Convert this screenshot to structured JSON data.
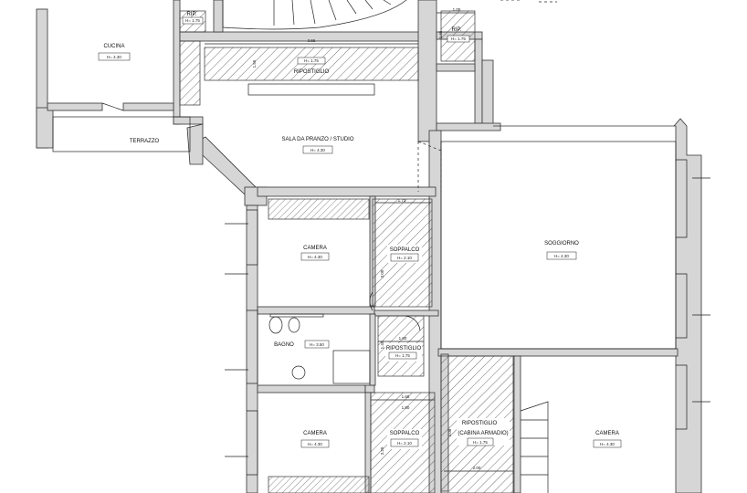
{
  "rooms": [
    {
      "id": "cucina",
      "name": "CUCINA",
      "height": "H= 4.30"
    },
    {
      "id": "rip-top-left",
      "name": "RIP.",
      "height": "H= 1.75"
    },
    {
      "id": "rip-top-right",
      "name": "RIP.",
      "height": "H= 1.75"
    },
    {
      "id": "ripostiglio-top",
      "name": "RIPOSTIGLIO",
      "height": "H= 1.75"
    },
    {
      "id": "terrazzo",
      "name": "TERRAZZO",
      "height": ""
    },
    {
      "id": "sala-pranzo",
      "name": "SALA DA PRANZO / STUDIO",
      "height": "H= 4.30"
    },
    {
      "id": "soggiorno",
      "name": "SOGGIORNO",
      "height": "H= 4.30"
    },
    {
      "id": "camera-1",
      "name": "CAMERA",
      "height": "H= 4.30"
    },
    {
      "id": "soppalco-1",
      "name": "SOPPALCO",
      "height": "H= 2.10"
    },
    {
      "id": "bagno",
      "name": "BAGNO",
      "height": "H= 3.50"
    },
    {
      "id": "ripostiglio-mid",
      "name": "RIPOSTIGLIO",
      "height": "H= 1.75"
    },
    {
      "id": "camera-2",
      "name": "CAMERA",
      "height": "H= 4.30"
    },
    {
      "id": "soppalco-2",
      "name": "SOPPALCO",
      "height": "H= 2.10"
    },
    {
      "id": "ripostiglio-cabina",
      "name": "RIPOSTIGLIO",
      "name2": "(CABINA ARMADIO)",
      "height": "H= 1.75"
    },
    {
      "id": "camera-3",
      "name": "CAMERA",
      "height": "H= 4.30"
    }
  ],
  "dimensions": {
    "d_top_right_w": "1.05",
    "d_top_right_h": "1.45",
    "d_ripost_w": "3.55",
    "d_ripost_h": "1.55",
    "d_soppalco1_w": "1.72",
    "d_soppalco1_h": "3.00",
    "d_ripmid_w": "1.60",
    "d_ripmid_h": "1.45",
    "d_soppalco2_w1": "1.68",
    "d_soppalco2_w2": "1.80",
    "d_soppalco2_h": "3.20",
    "d_cabina_h": "3.08",
    "d_cabina_w": "2.00"
  }
}
